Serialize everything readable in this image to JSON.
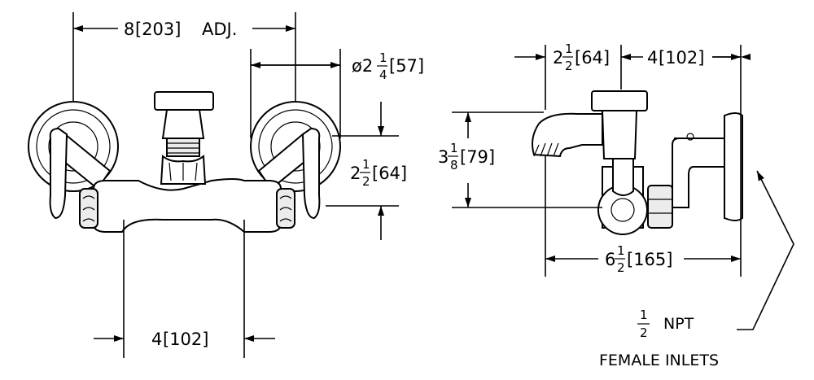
{
  "front_view": {
    "dim_center_adj": {
      "whole": "8",
      "metric": "[203]",
      "suffix": "ADJ."
    },
    "dim_flange": {
      "prefix": "ø2",
      "num": "1",
      "den": "4",
      "metric": "[57]"
    },
    "dim_height": {
      "whole": "2",
      "num": "1",
      "den": "2",
      "metric": "[64]"
    },
    "dim_bottom": {
      "whole": "4",
      "metric": "[102]"
    }
  },
  "side_view": {
    "dim_top_left": {
      "whole": "2",
      "num": "1",
      "den": "2",
      "metric": "[64]"
    },
    "dim_top_right": {
      "whole": "4",
      "metric": "[102]"
    },
    "dim_height": {
      "whole": "3",
      "num": "1",
      "den": "8",
      "metric": "[79]"
    },
    "dim_length": {
      "whole": "6",
      "num": "1",
      "den": "2",
      "metric": "[165]"
    }
  },
  "note": {
    "num": "1",
    "den": "2",
    "line1": "NPT",
    "line2": "FEMALE INLETS"
  }
}
